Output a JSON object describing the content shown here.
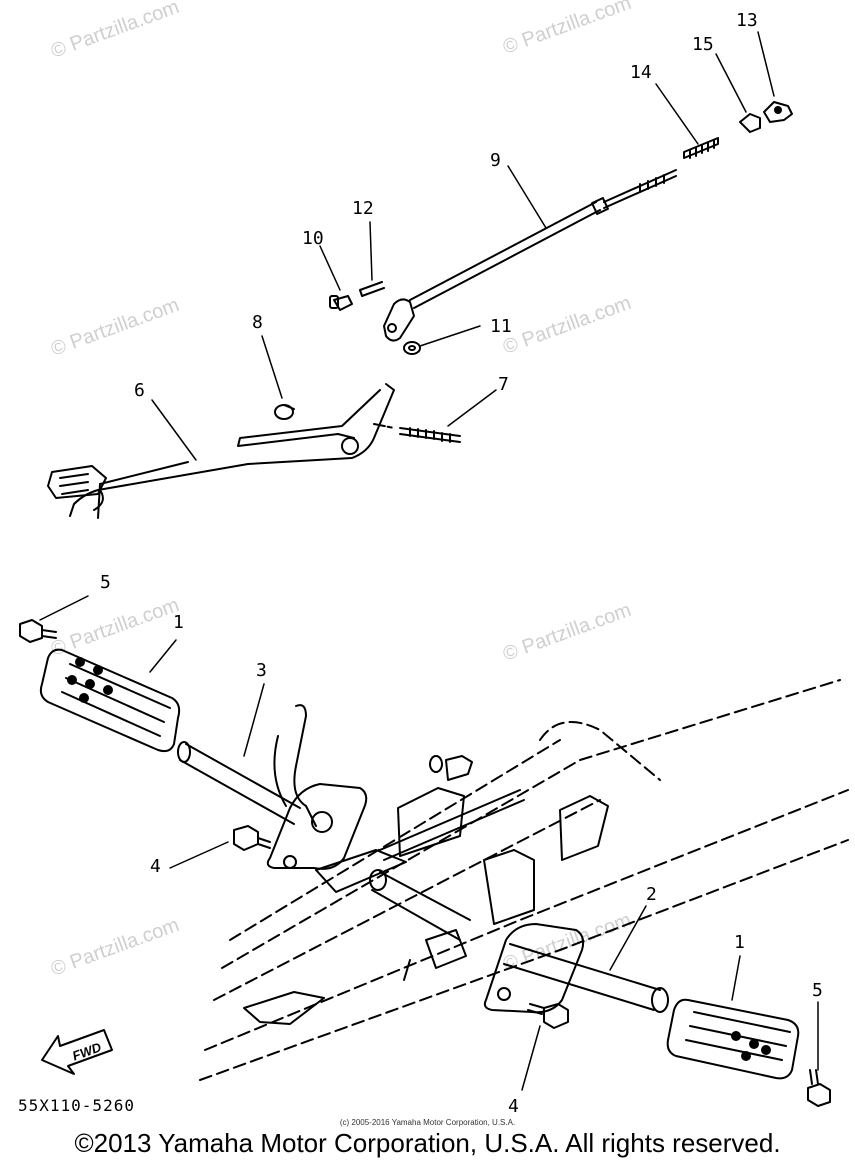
{
  "watermark": "© Partzilla.com",
  "callouts": [
    "1",
    "1",
    "2",
    "3",
    "4",
    "4",
    "5",
    "5",
    "6",
    "7",
    "8",
    "9",
    "10",
    "11",
    "12",
    "13",
    "14",
    "15"
  ],
  "fwd_label": "FWD",
  "diagram_code": "55X110-5260",
  "small_copyright": "(c) 2005-2016 Yamaha Motor Corporation, U.S.A.",
  "footer_copyright": "©2013 Yamaha Motor Corporation, U.S.A. All rights reserved."
}
